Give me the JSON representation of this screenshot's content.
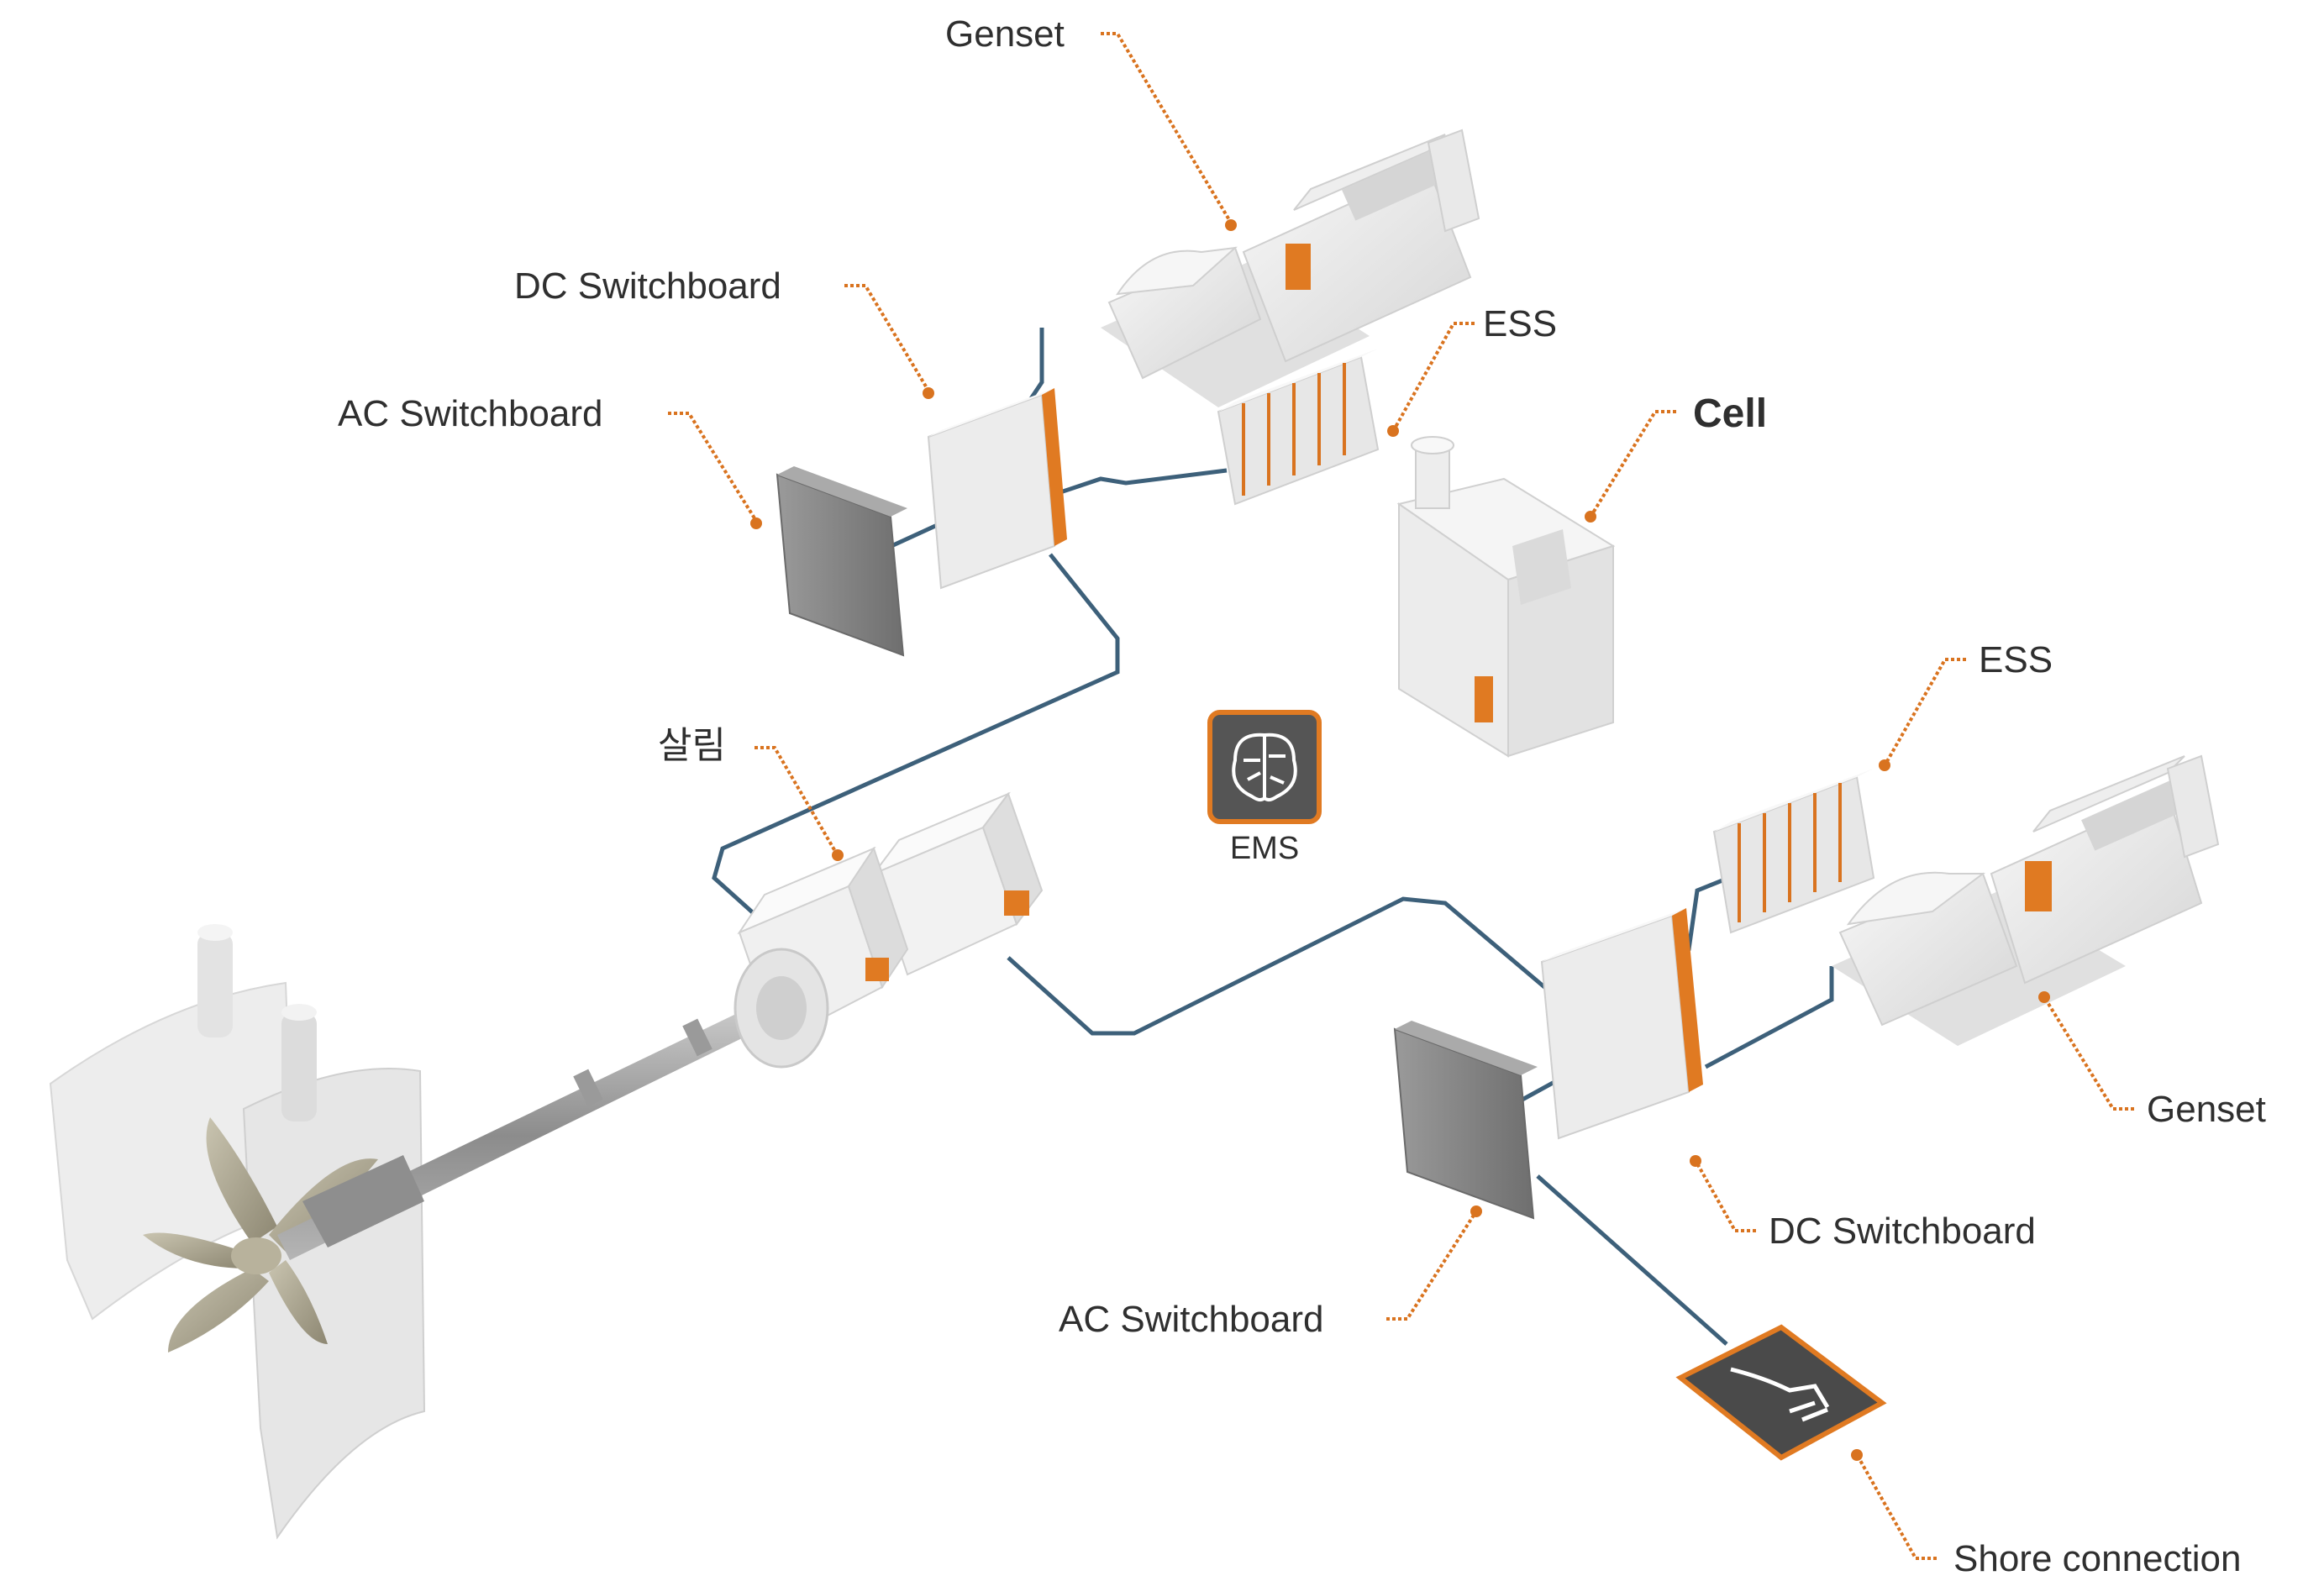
{
  "diagram": {
    "colors": {
      "accent": "#d9731f",
      "cable": "#3d607a",
      "equipment_light": "#ececec",
      "equipment_dark": "#7a7a7a"
    },
    "components": [
      {
        "id": "genset-top",
        "icon": "genset-engine-icon"
      },
      {
        "id": "genset-bottom",
        "icon": "genset-engine-icon"
      },
      {
        "id": "dc-switchboard-top",
        "icon": "switchboard-cabinet-icon"
      },
      {
        "id": "dc-switchboard-bottom",
        "icon": "switchboard-cabinet-icon"
      },
      {
        "id": "ac-switchboard-top",
        "icon": "switchboard-cabinet-icon"
      },
      {
        "id": "ac-switchboard-bottom",
        "icon": "switchboard-cabinet-icon"
      },
      {
        "id": "ess-top",
        "icon": "battery-rack-icon"
      },
      {
        "id": "ess-bottom",
        "icon": "battery-rack-icon"
      },
      {
        "id": "cell",
        "icon": "fuel-cell-module-icon"
      },
      {
        "id": "motor",
        "icon": "electric-motor-icon"
      },
      {
        "id": "propulsion",
        "icon": "propeller-icon"
      },
      {
        "id": "ems",
        "icon": "brain-icon"
      },
      {
        "id": "shore",
        "icon": "shore-plug-icon"
      }
    ],
    "labels": {
      "genset_top": "Genset",
      "dc_switchboard_top": "DC Switchboard",
      "ac_switchboard_top": "AC Switchboard",
      "ess_top": "ESS",
      "cell": "Cell",
      "motor": "살림",
      "ems": "EMS",
      "ess_bottom": "ESS",
      "genset_bottom": "Genset",
      "dc_switchboard_bottom": "DC Switchboard",
      "ac_switchboard_bottom": "AC Switchboard",
      "shore_connection": "Shore connection"
    }
  }
}
